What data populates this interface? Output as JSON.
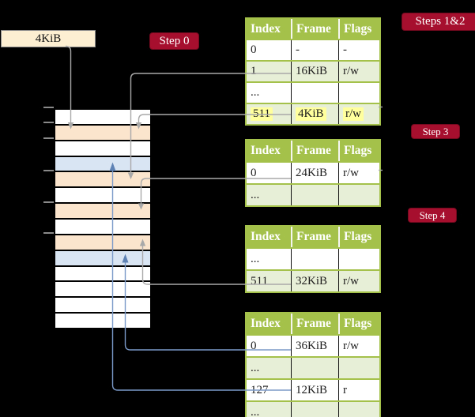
{
  "diagram": {
    "background": "#000000"
  },
  "frame_box": {
    "label": "4KiB"
  },
  "badges": [
    {
      "label": "Step 0"
    },
    {
      "label": "Steps 1&2"
    },
    {
      "label": "Step 3"
    },
    {
      "label": "Step 4"
    }
  ],
  "table_headers": [
    "Index",
    "Frame",
    "Flags"
  ],
  "page_tables": [
    {
      "rows": [
        {
          "cells": [
            "0",
            "-",
            "-"
          ],
          "shaded": false,
          "highlighted": false
        },
        {
          "cells": [
            "1",
            "16KiB",
            "r/w"
          ],
          "shaded": true,
          "highlighted": false
        },
        {
          "cells": [
            "...",
            "",
            ""
          ],
          "shaded": false,
          "highlighted": false
        },
        {
          "cells": [
            "511",
            "4KiB",
            "r/w"
          ],
          "shaded": true,
          "highlighted": true
        }
      ]
    },
    {
      "rows": [
        {
          "cells": [
            "0",
            "24KiB",
            "r/w"
          ],
          "shaded": false,
          "highlighted": false
        },
        {
          "cells": [
            "...",
            "",
            ""
          ],
          "shaded": true,
          "highlighted": false
        }
      ]
    },
    {
      "rows": [
        {
          "cells": [
            "...",
            "",
            ""
          ],
          "shaded": false,
          "highlighted": false
        },
        {
          "cells": [
            "511",
            "32KiB",
            "r/w"
          ],
          "shaded": true,
          "highlighted": false
        }
      ]
    },
    {
      "rows": [
        {
          "cells": [
            "0",
            "36KiB",
            "r/w"
          ],
          "shaded": false,
          "highlighted": false
        },
        {
          "cells": [
            "...",
            "",
            ""
          ],
          "shaded": true,
          "highlighted": false
        },
        {
          "cells": [
            "127",
            "12KiB",
            "r"
          ],
          "shaded": false,
          "highlighted": false
        },
        {
          "cells": [
            "...",
            "",
            ""
          ],
          "shaded": true,
          "highlighted": false
        }
      ]
    }
  ],
  "memory": {
    "row_fills": [
      "white",
      "orange",
      "white",
      "blue",
      "orange",
      "white",
      "orange",
      "white",
      "orange",
      "blue",
      "white",
      "white",
      "white",
      "white"
    ]
  },
  "colors": {
    "table_header_green": "#a4c24a",
    "table_row_shade": "#e8efd7",
    "highlight_yellow": "#ffff9d",
    "badge_red": "#a60f2e",
    "frame_box_cream": "#fdf0d2",
    "memory_orange": "#fce5cd",
    "memory_blue": "#d9e5f3",
    "arrow_gray": "#a9a9a9",
    "arrow_blue": "#7b9ac9"
  }
}
